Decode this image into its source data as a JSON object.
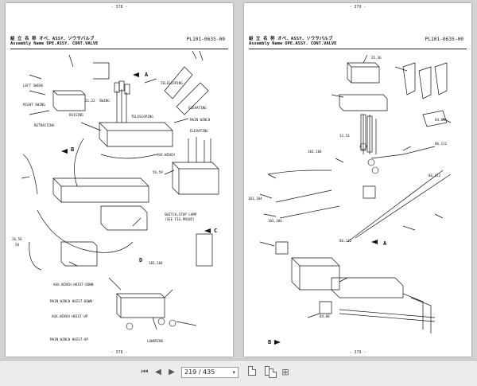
{
  "left_page": {
    "page_number_top": "- 378 -",
    "page_number_bottom": "- 378 -",
    "header_jp": "組 立 名 称   オペ．ASSY．ソウサバルブ",
    "header_en": "Assembly Name      OPE.ASSY. CONT.VALVE",
    "part_code": "PL101-0635-00",
    "labels": {
      "left_swing": "LEFT SWING",
      "right_swing": "RIGHT SWING",
      "retracting": "RETRACTING",
      "raising": "RAISING",
      "swing": "SWING",
      "telescoping": "TELESCOPING",
      "elevating": "ELEVATING",
      "main_winch": "MAIN WINCH",
      "aux_winch": "AUX.WINCH",
      "switch_lamp": "SWITCH,STOP LAMP",
      "switch_lamp_ref": "(SEE FIG.PN105)",
      "aux_hoist_down": "AUX.WINCH HOIST-DOWN",
      "main_hoist_down": "MAIN WINCH HOIST-DOWN",
      "aux_hoist_up": "AUX.WINCH HOIST-UP",
      "main_hoist_up": "MAIN WINCH HOIST-UP",
      "lowering": "LOWERING",
      "callout_a": "A",
      "callout_b": "B",
      "callout_c": "C",
      "callout_d": "D",
      "num_21_22": "21,22",
      "num_103_104": "103,104",
      "num_56_59": "56,59",
      "num_26_56": "26,56",
      "num_58": "58"
    }
  },
  "right_page": {
    "page_number_top": "- 379 -",
    "page_number_bottom": "- 379 -",
    "header_jp": "組 立 名 称   オペ．ASSY．ソウサバルブ",
    "header_en": "Assembly Name      OPE.ASSY. CONT.VALVE",
    "part_code": "PL101-0635-00",
    "labels": {
      "callout_a": "A",
      "callout_b": "B",
      "num_35_36": "35,36",
      "num_103_104": "103,104",
      "num_84_88": "84,88",
      "num_86_112": "86,112",
      "num_32_53": "32,53"
    }
  },
  "toolbar": {
    "current_page": "219",
    "total_pages": "435",
    "page_display": "219 / 435"
  }
}
